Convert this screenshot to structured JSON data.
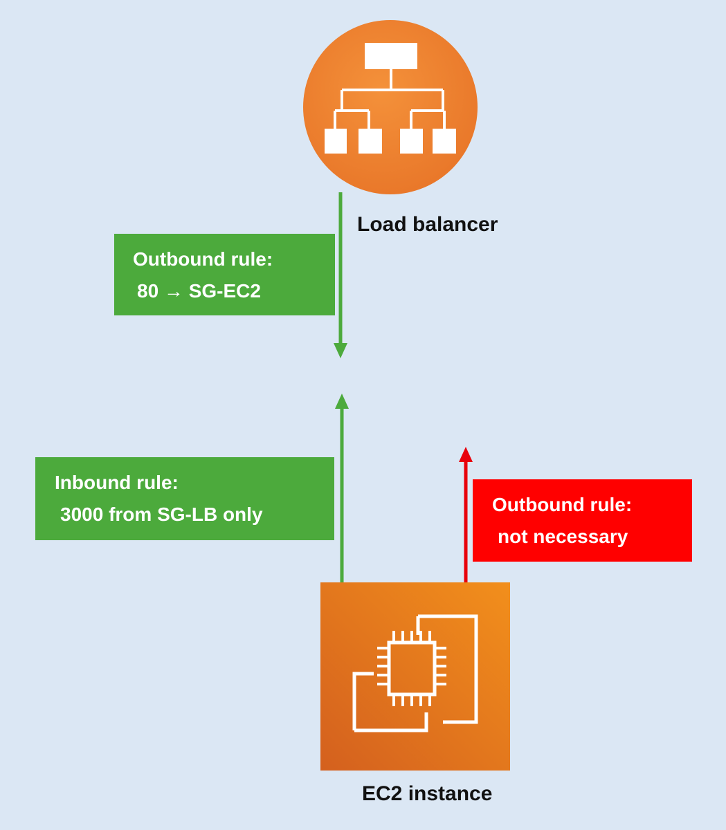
{
  "colors": {
    "background": "#dbe7f4",
    "green": "#4caa3c",
    "red": "#ff0000",
    "orange": "#f0892f"
  },
  "nodes": {
    "load_balancer": {
      "icon": "load-balancer-hierarchy-icon",
      "label": "Load balancer"
    },
    "ec2_instance": {
      "icon": "ec2-chip-icon",
      "label": "EC2 instance"
    }
  },
  "rules": {
    "lb_outbound": {
      "title": "Outbound rule:",
      "detail": "80 → SG-EC2"
    },
    "ec2_inbound": {
      "title": "Inbound rule:",
      "detail": "3000 from SG-LB only"
    },
    "ec2_outbound": {
      "title": "Outbound rule:",
      "detail": "not necessary"
    }
  }
}
